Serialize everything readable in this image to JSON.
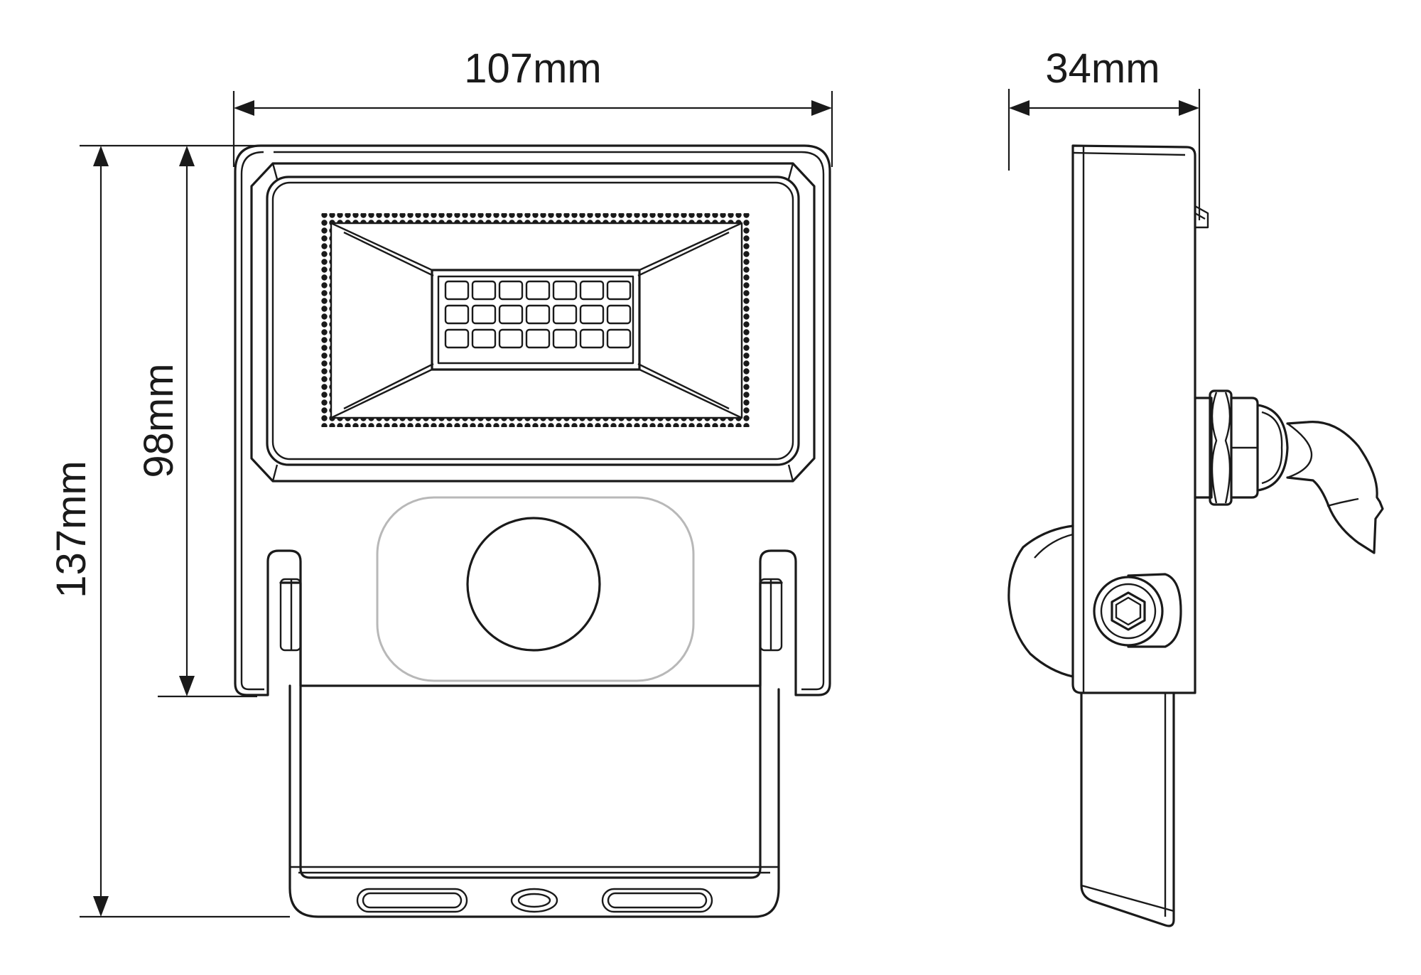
{
  "dimensions": {
    "front_width": "107mm",
    "front_height_body": "98mm",
    "front_height_total": "137mm",
    "side_depth": "34mm"
  }
}
